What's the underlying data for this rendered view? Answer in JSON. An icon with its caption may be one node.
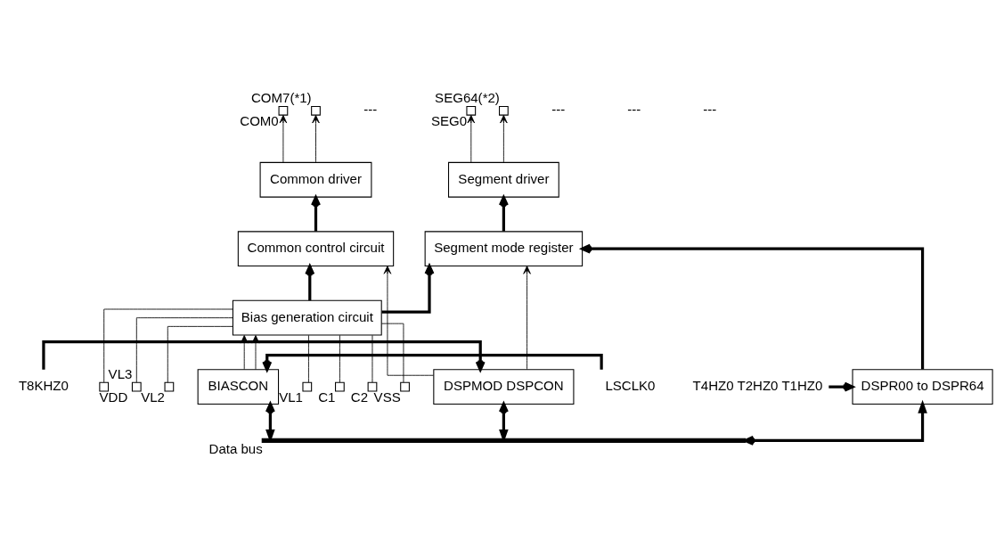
{
  "diagram": {
    "nodes": [
      {
        "text": [
          "Bias generation circuit"
        ]
      },
      {
        "text": [
          "Common driver"
        ]
      },
      {
        "text": [
          "Common control circuit"
        ]
      },
      {
        "text": [
          "Segment driver"
        ]
      },
      {
        "text": [
          "Segment mode register"
        ]
      },
      {
        "text": [
          "BIASCON"
        ]
      },
      {
        "text": [
          "DSPMOD DSPCON"
        ]
      },
      {
        "text": [
          "DSPR00 to DSPR64"
        ]
      },
      {
        "text": [],
        "shape": "box",
        "beside": [
          "VDD"
        ]
      },
      {
        "text": [],
        "shape": "box",
        "beside": [
          "VL3"
        ]
      },
      {
        "text": [],
        "shape": "box",
        "beside": [
          "VL2"
        ]
      },
      {
        "text": [],
        "shape": "box",
        "beside": [
          "VL1"
        ]
      },
      {
        "text": [],
        "shape": "box",
        "beside": [
          "C1"
        ]
      },
      {
        "text": [],
        "shape": "box",
        "beside": [
          "C2"
        ]
      },
      {
        "text": [],
        "shape": "box",
        "beside": [
          "VSS"
        ]
      },
      {
        "text": [],
        "shape": "box",
        "beside": [
          "COM0"
        ]
      },
      {
        "text": [],
        "shape": "box",
        "beside": [
          "COM7(*1)"
        ]
      },
      {
        "text": [],
        "shape": "box",
        "beside": [
          "SEG0"
        ]
      },
      {
        "text": [],
        "shape": "box",
        "beside": [
          "SEG64(*2)"
        ]
      },
      {
        "text": [
          "LSCLK0"
        ]
      },
      {
        "text": [
          "T8KHZ0"
        ]
      },
      {
        "text": [
          "T4HZ0 T2HZ0 T1HZ0"
        ]
      },
      {
        "text": [],
        "shape": "bar",
        "beside": [
          "Data bus"
        ]
      }
    ],
    "edges": [
      {
        "from": 8,
        "to": 0,
        "arrow": "none"
      },
      {
        "from": 9,
        "to": 0,
        "arrow": "none"
      },
      {
        "from": 10,
        "to": 0,
        "arrow": "none"
      },
      {
        "from": 11,
        "to": 0,
        "arrow": "none"
      },
      {
        "from": 12,
        "to": 0,
        "arrow": "none"
      },
      {
        "from": 13,
        "to": 0,
        "arrow": "none"
      },
      {
        "from": 14,
        "to": 0,
        "arrow": "none"
      },
      {
        "from": 1,
        "to": 15,
        "arrow": "to"
      },
      {
        "from": 1,
        "to": 16,
        "arrow": "to"
      },
      {
        "from": 3,
        "to": 17,
        "arrow": "to"
      },
      {
        "from": 3,
        "to": 18,
        "arrow": "to"
      },
      {
        "from": 2,
        "to": 1,
        "arrow": "to",
        "style": "thick"
      },
      {
        "from": 4,
        "to": 3,
        "arrow": "to",
        "style": "thick"
      },
      {
        "from": 0,
        "to": 2,
        "arrow": "to",
        "style": "thick"
      },
      {
        "from": 0,
        "to": 4,
        "arrow": "to",
        "style": "thick"
      },
      {
        "from": 5,
        "to": 0,
        "arrow": "to"
      },
      {
        "from": 5,
        "to": 0,
        "arrow": "to"
      },
      {
        "from": 6,
        "to": 2,
        "arrow": "to"
      },
      {
        "from": 6,
        "to": 4,
        "arrow": "to"
      },
      {
        "from": 7,
        "to": 4,
        "arrow": "to",
        "style": "thick"
      },
      {
        "from": 19,
        "to": 5,
        "arrow": "to",
        "style": "thick"
      },
      {
        "from": 20,
        "to": 6,
        "arrow": "to",
        "style": "thick"
      },
      {
        "from": 21,
        "to": 7,
        "arrow": "to",
        "style": "thick"
      },
      {
        "from": 5,
        "to": 22,
        "arrow": "both",
        "style": "thick"
      },
      {
        "from": 6,
        "to": 22,
        "arrow": "both",
        "style": "thick"
      },
      {
        "from": 7,
        "to": 22,
        "arrow": "both",
        "style": "thick"
      }
    ],
    "labels": [
      "---",
      "---",
      "---",
      "---"
    ]
  }
}
